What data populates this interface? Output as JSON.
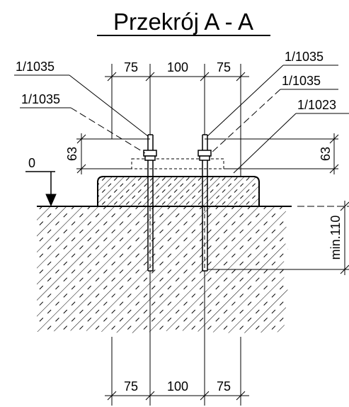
{
  "title": "Przekrój A - A",
  "labels": {
    "left_top": "1/1035",
    "left_second": "1/1035",
    "right_top": "1/1035",
    "right_second": "1/1035",
    "right_third": "1/1023",
    "level": "0"
  },
  "dimensions": {
    "top": [
      "75",
      "100",
      "75"
    ],
    "bottom": [
      "75",
      "100",
      "75"
    ],
    "left_height": "63",
    "right_height": "63",
    "embed_depth": "min.110"
  }
}
